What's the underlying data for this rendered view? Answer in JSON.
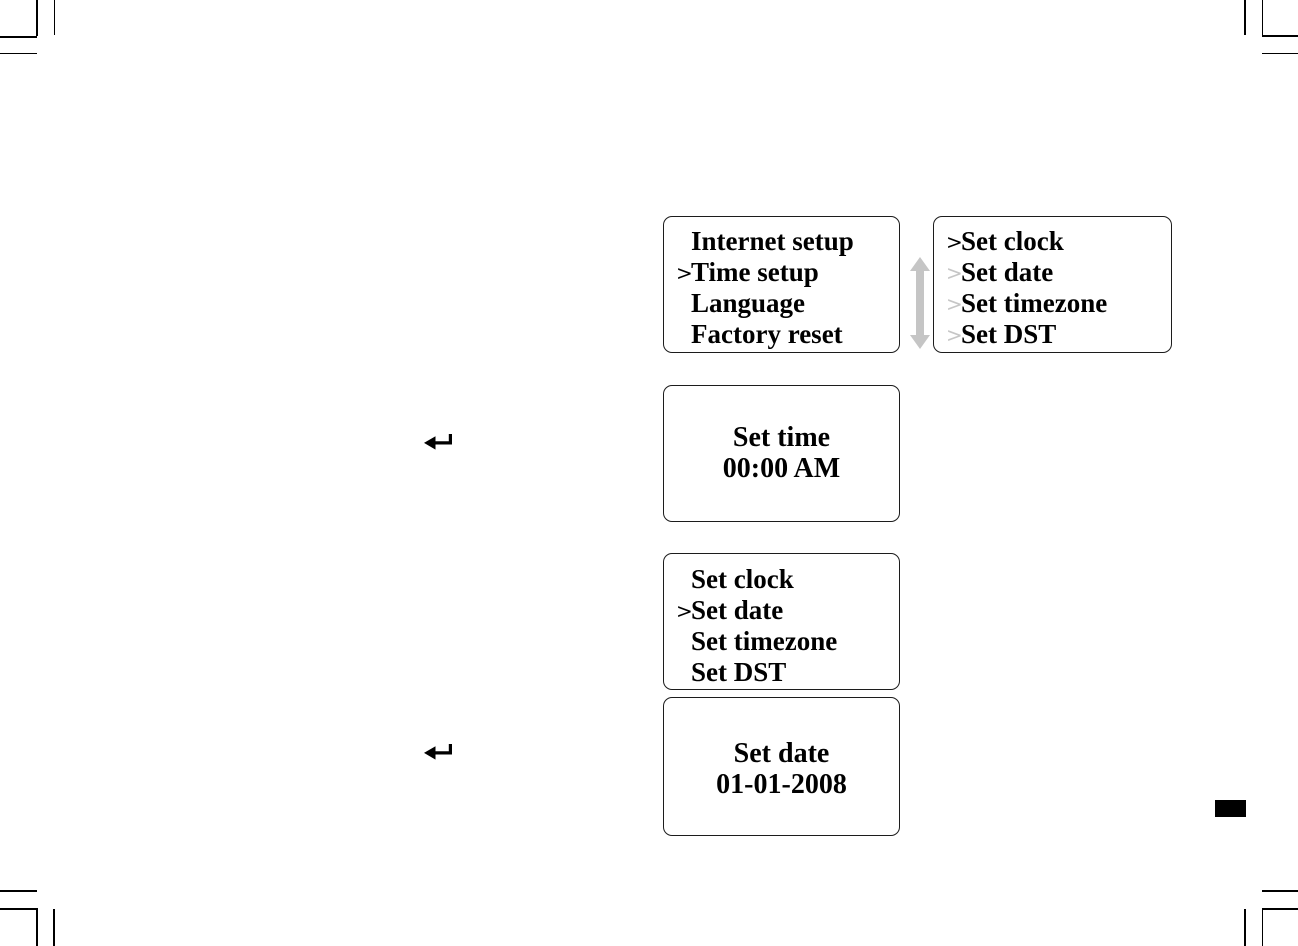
{
  "device_screens": {
    "main_menu": {
      "items": [
        {
          "label": "Internet setup",
          "cursor": "none"
        },
        {
          "label": "Time setup",
          "cursor": "black"
        },
        {
          "label": "Language",
          "cursor": "none"
        },
        {
          "label": "Factory reset",
          "cursor": "none"
        }
      ]
    },
    "time_setup_menu": {
      "items": [
        {
          "label": "Set clock",
          "cursor": "black"
        },
        {
          "label": "Set date",
          "cursor": "gray"
        },
        {
          "label": "Set timezone",
          "cursor": "gray"
        },
        {
          "label": "Set DST",
          "cursor": "gray"
        }
      ]
    },
    "set_time_screen": {
      "title": "Set time",
      "value": "00:00 AM"
    },
    "time_setup_menu_date_selected": {
      "items": [
        {
          "label": "Set clock",
          "cursor": "none"
        },
        {
          "label": "Set date",
          "cursor": "black"
        },
        {
          "label": "Set timezone",
          "cursor": "none"
        },
        {
          "label": "Set DST",
          "cursor": "none"
        }
      ]
    },
    "set_date_screen": {
      "title": "Set date",
      "value": "01-01-2008"
    }
  },
  "icons": {
    "cursor_glyph": ">",
    "enter_arrow": "↵",
    "scroll_arrow": "↕"
  },
  "colors": {
    "text": "#000000",
    "screen_border": "#1c1c1c",
    "cursor_black": "#000000",
    "cursor_gray": "#c6c6c6",
    "scroll_arrow_gray": "#c5c5c5",
    "page_marker": "#000000"
  }
}
